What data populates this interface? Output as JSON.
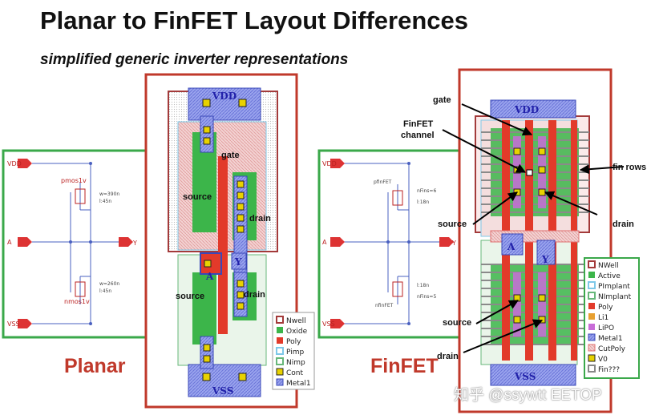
{
  "title": "Planar to FinFET Layout Differences",
  "subtitle": "simplified generic inverter representations",
  "planar": {
    "label": "Planar",
    "schematic": {
      "vdd": "VDD",
      "vss": "VSS",
      "in": "A",
      "out": "Y",
      "pmos": "pmos1v",
      "pmos_w": "w=390n",
      "pmos_l": "l:45n",
      "nmos": "nmos1v",
      "nmos_w": "w=260n",
      "nmos_l": "l:45n"
    },
    "layout": {
      "vdd": "VDD",
      "vss": "VSS",
      "pin_a": "A",
      "pin_y": "Y",
      "gate": "gate",
      "source_top": "source",
      "drain_top": "drain",
      "source_bottom": "source",
      "drain_bottom": "drain"
    },
    "legend": [
      "Nwell",
      "Oxide",
      "Poly",
      "Pimp",
      "Nimp",
      "Cont",
      "Metal1"
    ]
  },
  "finfet": {
    "label": "FinFET",
    "schematic": {
      "vdd": "VDD",
      "vss": "VSS",
      "in": "A",
      "out": "Y",
      "pmos": "pfinFET",
      "pmos_fins": "nFins=6",
      "pmos_l": "l:18n",
      "nmos": "nfinFET",
      "nmos_fins": "nFins=5",
      "nmos_l": "l:18n"
    },
    "layout": {
      "vdd": "VDD",
      "vss": "VSS",
      "pin_a": "A",
      "pin_y": "Y",
      "gate": "gate",
      "channel_line1": "FinFET",
      "channel_line2": "channel",
      "fin_rows": "fin rows",
      "source_top": "source",
      "drain_top": "drain",
      "source_bottom": "source",
      "drain_bottom": "drain"
    },
    "legend": [
      "NWell",
      "Active",
      "PImplant",
      "NImplant",
      "Poly",
      "Li1",
      "LiPO",
      "Metal1",
      "CutPoly",
      "V0",
      "Fin???"
    ]
  },
  "legend_colors": {
    "nwell": "#a33a3a",
    "oxide": "#3cb54a",
    "poly": "#e23a2a",
    "pimp": "#7ec8e8",
    "nimp": "#67b77a",
    "cont": "#e8d200",
    "metal1": "#4a5bd0",
    "lipo": "#c86cd8",
    "cutpoly": "#e07070"
  },
  "watermark": "知乎 @ssywtt EETOP"
}
